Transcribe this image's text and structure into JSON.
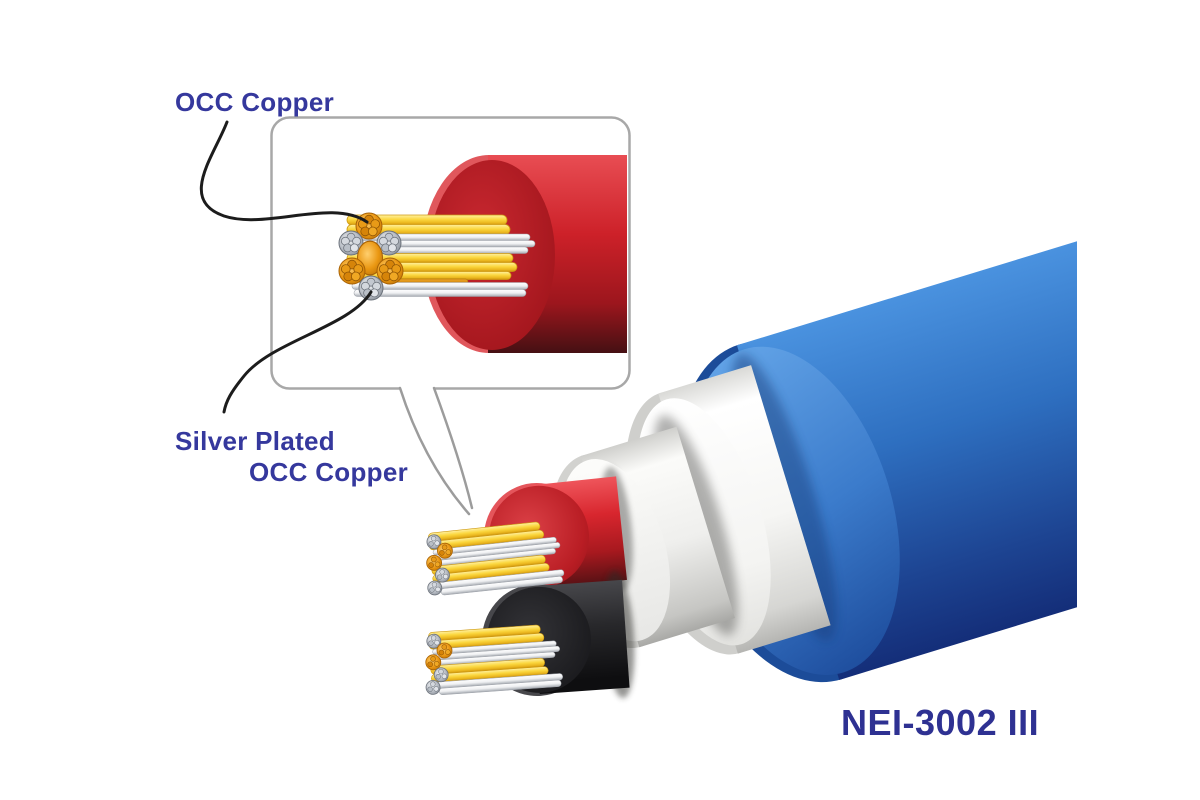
{
  "figure": {
    "model_label": "NEI-3002 III",
    "callout": {
      "occ_copper_label": "OCC Copper",
      "silver_plated_label_line1": "Silver Plated",
      "silver_plated_label_line2": "OCC Copper"
    },
    "colors": {
      "label_text": "#35389d",
      "model_text": "#2e3192",
      "callout_border": "#a8a8a8",
      "leader_line": "#1c1c1c",
      "jacket_blue": "#2e6fc0",
      "inner_jacket_white": "#f4f4f2",
      "insulation_red": "#c42129",
      "insulation_black": "#232326",
      "strand_yellow": "#f7d338",
      "strand_white": "#f2f2f4",
      "copper": "#e0880f",
      "silver": "#a9afb8"
    }
  }
}
